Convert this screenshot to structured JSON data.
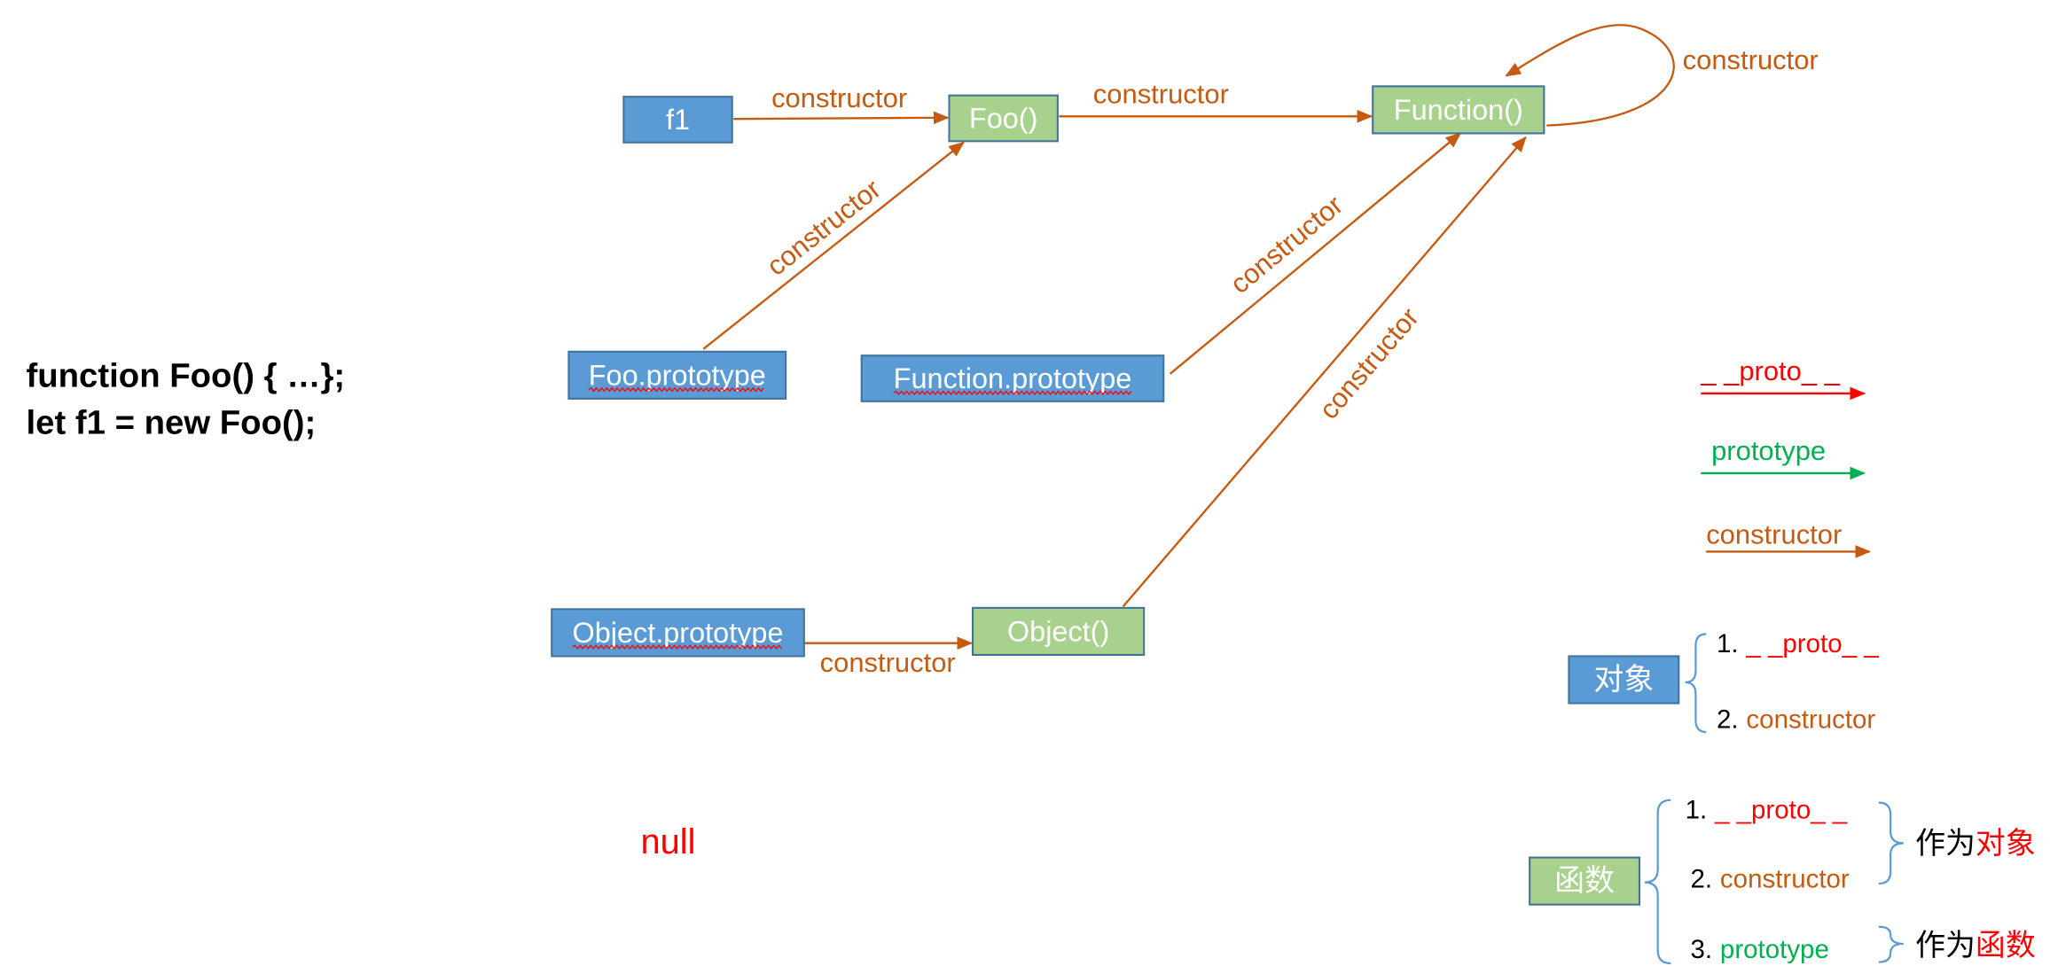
{
  "code": {
    "line1": "function Foo() { …};",
    "line2": "let f1 = new Foo();"
  },
  "nodes": {
    "f1": "f1",
    "foo": "Foo()",
    "function": "Function()",
    "foo_prototype": "Foo.prototype",
    "function_prototype": "Function.prototype",
    "object_prototype": "Object.prototype",
    "object": "Object()"
  },
  "edges": [
    {
      "label": "constructor"
    },
    {
      "label": "constructor"
    },
    {
      "label": "constructor"
    },
    {
      "label": "constructor"
    },
    {
      "label": "constructor"
    },
    {
      "label": "constructor"
    },
    {
      "label": "constructor"
    }
  ],
  "null_label": "null",
  "legend": {
    "proto": "_ _proto_ _",
    "prototype": "prototype",
    "constructor": "constructor"
  },
  "object_section": {
    "title": "对象",
    "items": [
      {
        "num": "1.",
        "text": "_ _proto_ _"
      },
      {
        "num": "2.",
        "text": "constructor"
      }
    ]
  },
  "function_section": {
    "title": "函数",
    "items": [
      {
        "num": "1.",
        "text": "_ _proto_ _"
      },
      {
        "num": "2.",
        "text": "constructor"
      },
      {
        "num": "3.",
        "text": "prototype"
      }
    ],
    "as_object": {
      "prefix": "作为",
      "emphasis": "对象"
    },
    "as_function": {
      "prefix": "作为",
      "emphasis": "函数"
    }
  },
  "colors": {
    "object_box": "#5B9BD5",
    "function_box": "#A9D18E",
    "box_border": "#41719C",
    "constructor": "#C55A11",
    "proto": "#FF0000",
    "prototype": "#00B050"
  }
}
